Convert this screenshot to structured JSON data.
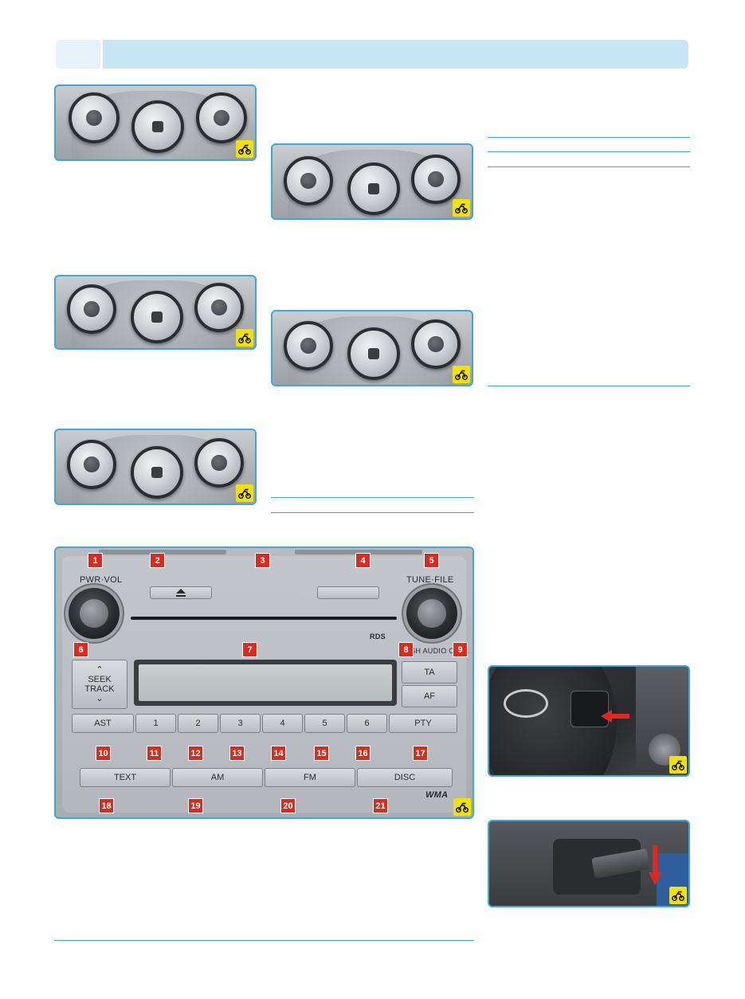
{
  "radio": {
    "knob_left_label": "PWR·VOL",
    "knob_right_label": "TUNE·FILE",
    "rds_label": "RDS",
    "push_label": "PUSH AUDIO CTRL",
    "seek_line1": "SEEK",
    "seek_line2": "TRACK",
    "ta_label": "TA",
    "af_label": "AF",
    "ast_label": "AST",
    "pty_label": "PTY",
    "presets": [
      "1",
      "2",
      "3",
      "4",
      "5",
      "6"
    ],
    "bottom_buttons": [
      "TEXT",
      "AM",
      "FM",
      "DISC"
    ],
    "wma_label": "WMA",
    "callouts": [
      "1",
      "2",
      "3",
      "4",
      "5",
      "6",
      "7",
      "8",
      "9",
      "10",
      "11",
      "12",
      "13",
      "14",
      "15",
      "16",
      "17",
      "18",
      "19",
      "20",
      "21"
    ]
  },
  "icons": {
    "badge": "motorcycle-icon",
    "eject": "eject-icon",
    "arrow": "arrow-icon"
  },
  "colors": {
    "accent": "#3fa8d8",
    "band": "#c9e6f7",
    "callout": "#e3281b",
    "badge": "#f2e200"
  }
}
